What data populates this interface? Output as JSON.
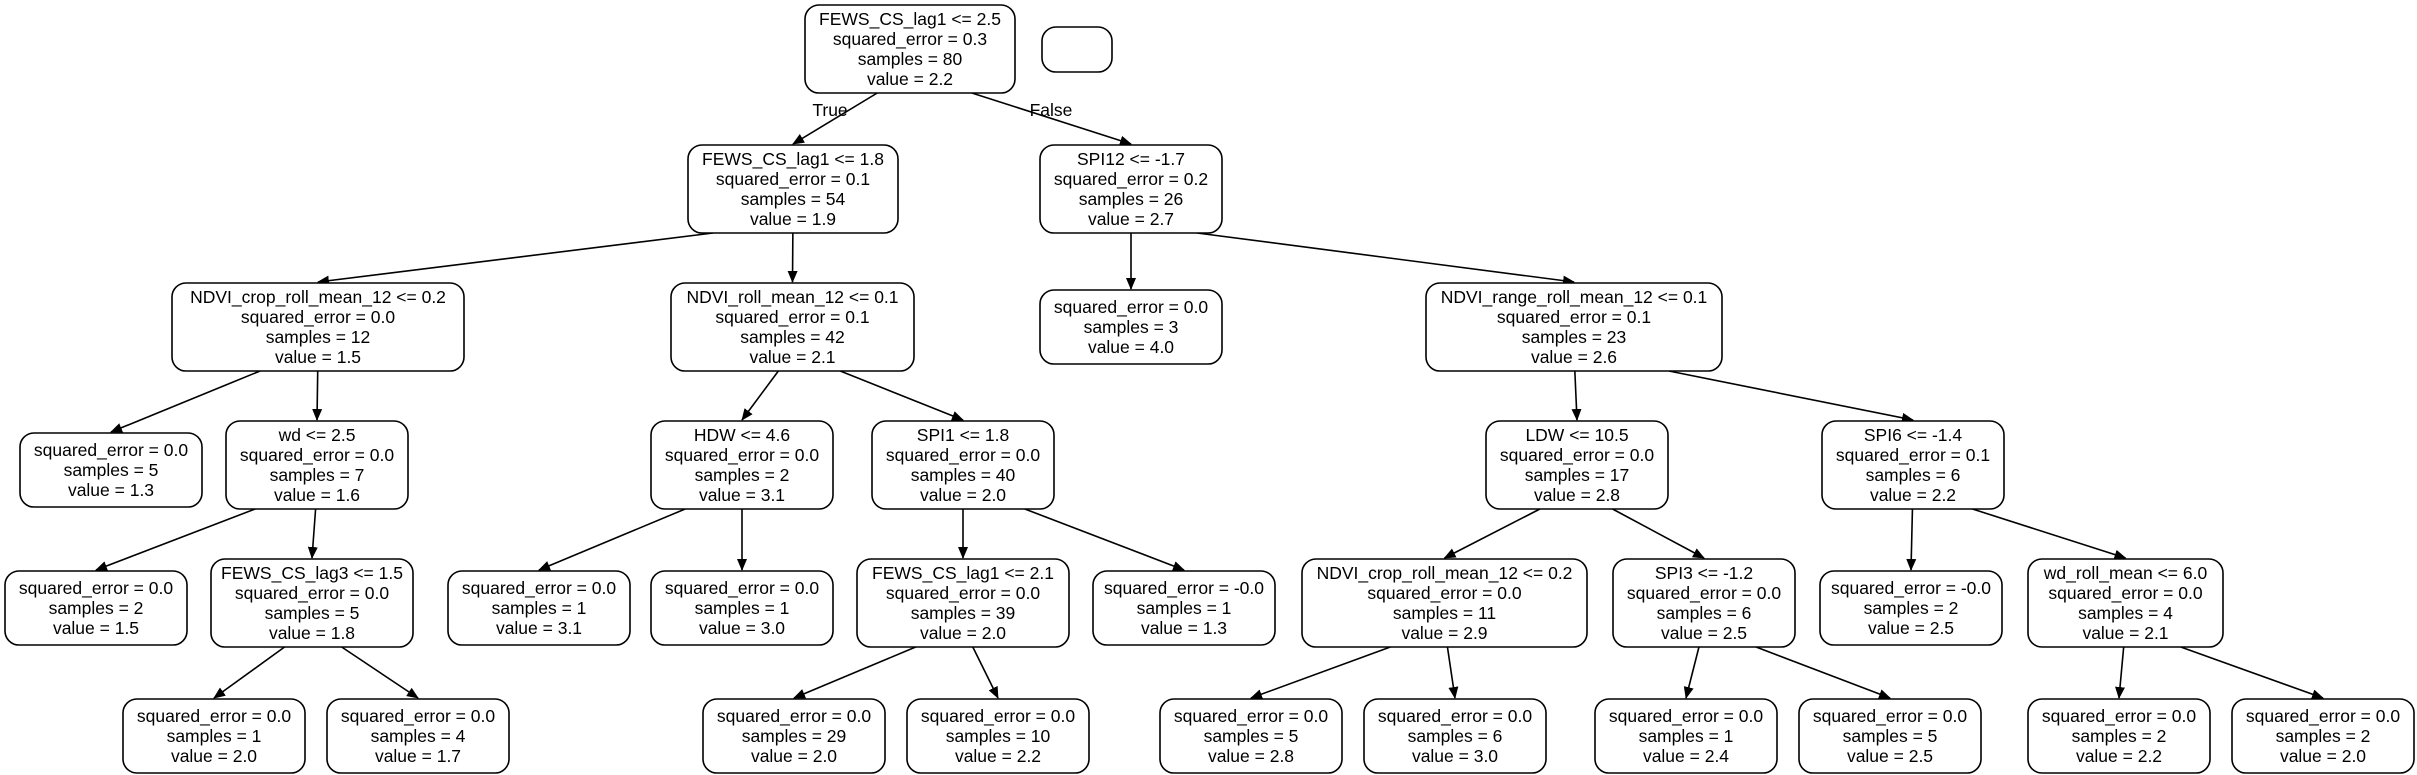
{
  "tree": {
    "nodes": [
      {
        "id": "n0",
        "lines": [
          "FEWS_CS_lag1 <= 2.5",
          "squared_error = 0.3",
          "samples = 80",
          "value = 2.2"
        ]
      },
      {
        "id": "blank",
        "lines": []
      },
      {
        "id": "n1",
        "lines": [
          "FEWS_CS_lag1 <= 1.8",
          "squared_error = 0.1",
          "samples = 54",
          "value = 1.9"
        ]
      },
      {
        "id": "n2",
        "lines": [
          "SPI12 <= -1.7",
          "squared_error = 0.2",
          "samples = 26",
          "value = 2.7"
        ]
      },
      {
        "id": "n3",
        "lines": [
          "NDVI_crop_roll_mean_12 <= 0.2",
          "squared_error = 0.0",
          "samples = 12",
          "value = 1.5"
        ]
      },
      {
        "id": "n4",
        "lines": [
          "NDVI_roll_mean_12 <= 0.1",
          "squared_error = 0.1",
          "samples = 42",
          "value = 2.1"
        ]
      },
      {
        "id": "n5",
        "lines": [
          "squared_error = 0.0",
          "samples = 3",
          "value = 4.0"
        ]
      },
      {
        "id": "n6",
        "lines": [
          "NDVI_range_roll_mean_12 <= 0.1",
          "squared_error = 0.1",
          "samples = 23",
          "value = 2.6"
        ]
      },
      {
        "id": "n7",
        "lines": [
          "squared_error = 0.0",
          "samples = 5",
          "value = 1.3"
        ]
      },
      {
        "id": "n8",
        "lines": [
          "wd <= 2.5",
          "squared_error = 0.0",
          "samples = 7",
          "value = 1.6"
        ]
      },
      {
        "id": "n9",
        "lines": [
          "HDW <= 4.6",
          "squared_error = 0.0",
          "samples = 2",
          "value = 3.1"
        ]
      },
      {
        "id": "n10",
        "lines": [
          "SPI1 <= 1.8",
          "squared_error = 0.0",
          "samples = 40",
          "value = 2.0"
        ]
      },
      {
        "id": "n11",
        "lines": [
          "LDW <= 10.5",
          "squared_error = 0.0",
          "samples = 17",
          "value = 2.8"
        ]
      },
      {
        "id": "n12",
        "lines": [
          "SPI6 <= -1.4",
          "squared_error = 0.1",
          "samples = 6",
          "value = 2.2"
        ]
      },
      {
        "id": "n13",
        "lines": [
          "squared_error = 0.0",
          "samples = 2",
          "value = 1.5"
        ]
      },
      {
        "id": "n14",
        "lines": [
          "FEWS_CS_lag3 <= 1.5",
          "squared_error = 0.0",
          "samples = 5",
          "value = 1.8"
        ]
      },
      {
        "id": "n15",
        "lines": [
          "squared_error = 0.0",
          "samples = 1",
          "value = 3.1"
        ]
      },
      {
        "id": "n16",
        "lines": [
          "squared_error = 0.0",
          "samples = 1",
          "value = 3.0"
        ]
      },
      {
        "id": "n17",
        "lines": [
          "FEWS_CS_lag1 <= 2.1",
          "squared_error = 0.0",
          "samples = 39",
          "value = 2.0"
        ]
      },
      {
        "id": "n18",
        "lines": [
          "squared_error = -0.0",
          "samples = 1",
          "value = 1.3"
        ]
      },
      {
        "id": "n19",
        "lines": [
          "NDVI_crop_roll_mean_12 <= 0.2",
          "squared_error = 0.0",
          "samples = 11",
          "value = 2.9"
        ]
      },
      {
        "id": "n20",
        "lines": [
          "SPI3 <= -1.2",
          "squared_error = 0.0",
          "samples = 6",
          "value = 2.5"
        ]
      },
      {
        "id": "n21",
        "lines": [
          "squared_error = -0.0",
          "samples = 2",
          "value = 2.5"
        ]
      },
      {
        "id": "n22",
        "lines": [
          "wd_roll_mean <= 6.0",
          "squared_error = 0.0",
          "samples = 4",
          "value = 2.1"
        ]
      },
      {
        "id": "n23",
        "lines": [
          "squared_error = 0.0",
          "samples = 1",
          "value = 2.0"
        ]
      },
      {
        "id": "n24",
        "lines": [
          "squared_error = 0.0",
          "samples = 4",
          "value = 1.7"
        ]
      },
      {
        "id": "n25",
        "lines": [
          "squared_error = 0.0",
          "samples = 29",
          "value = 2.0"
        ]
      },
      {
        "id": "n26",
        "lines": [
          "squared_error = 0.0",
          "samples = 10",
          "value = 2.2"
        ]
      },
      {
        "id": "n27",
        "lines": [
          "squared_error = 0.0",
          "samples = 5",
          "value = 2.8"
        ]
      },
      {
        "id": "n28",
        "lines": [
          "squared_error = 0.0",
          "samples = 6",
          "value = 3.0"
        ]
      },
      {
        "id": "n29",
        "lines": [
          "squared_error = 0.0",
          "samples = 1",
          "value = 2.4"
        ]
      },
      {
        "id": "n30",
        "lines": [
          "squared_error = 0.0",
          "samples = 5",
          "value = 2.5"
        ]
      },
      {
        "id": "n31",
        "lines": [
          "squared_error = 0.0",
          "samples = 2",
          "value = 2.2"
        ]
      },
      {
        "id": "n32",
        "lines": [
          "squared_error = 0.0",
          "samples = 2",
          "value = 2.0"
        ]
      }
    ],
    "edges": [
      {
        "from": "n0",
        "to": "n1",
        "label": "True"
      },
      {
        "from": "n0",
        "to": "n2",
        "label": "False"
      },
      {
        "from": "n1",
        "to": "n3"
      },
      {
        "from": "n1",
        "to": "n4"
      },
      {
        "from": "n2",
        "to": "n5"
      },
      {
        "from": "n2",
        "to": "n6"
      },
      {
        "from": "n3",
        "to": "n7"
      },
      {
        "from": "n3",
        "to": "n8"
      },
      {
        "from": "n4",
        "to": "n9"
      },
      {
        "from": "n4",
        "to": "n10"
      },
      {
        "from": "n6",
        "to": "n11"
      },
      {
        "from": "n6",
        "to": "n12"
      },
      {
        "from": "n8",
        "to": "n13"
      },
      {
        "from": "n8",
        "to": "n14"
      },
      {
        "from": "n9",
        "to": "n15"
      },
      {
        "from": "n9",
        "to": "n16"
      },
      {
        "from": "n10",
        "to": "n17"
      },
      {
        "from": "n10",
        "to": "n18"
      },
      {
        "from": "n11",
        "to": "n19"
      },
      {
        "from": "n11",
        "to": "n20"
      },
      {
        "from": "n12",
        "to": "n21"
      },
      {
        "from": "n12",
        "to": "n22"
      },
      {
        "from": "n14",
        "to": "n23"
      },
      {
        "from": "n14",
        "to": "n24"
      },
      {
        "from": "n17",
        "to": "n25"
      },
      {
        "from": "n17",
        "to": "n26"
      },
      {
        "from": "n19",
        "to": "n27"
      },
      {
        "from": "n19",
        "to": "n28"
      },
      {
        "from": "n20",
        "to": "n29"
      },
      {
        "from": "n20",
        "to": "n30"
      },
      {
        "from": "n22",
        "to": "n31"
      },
      {
        "from": "n22",
        "to": "n32"
      }
    ]
  }
}
